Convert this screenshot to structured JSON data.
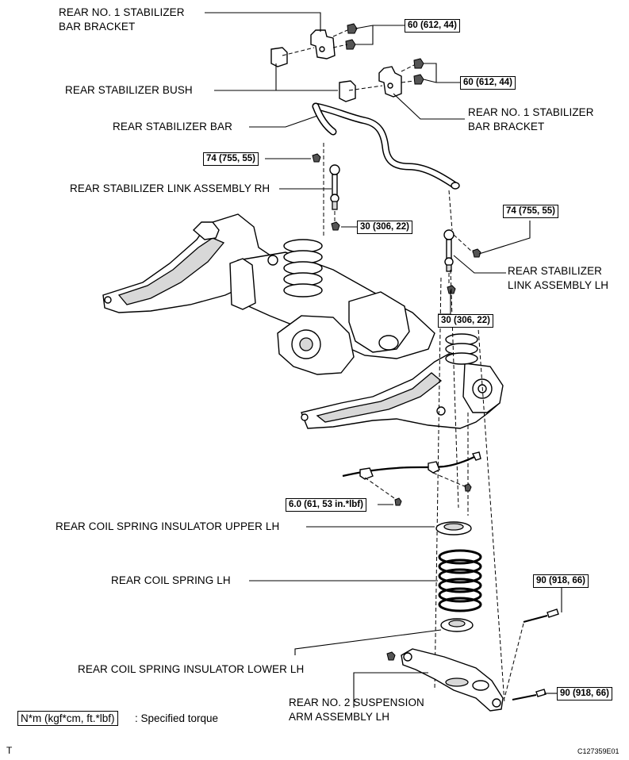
{
  "labels": {
    "bracket_upper": [
      "REAR NO. 1 STABILIZER",
      "BAR BRACKET"
    ],
    "bush": "REAR STABILIZER BUSH",
    "bracket_lower": [
      "REAR NO. 1 STABILIZER",
      "BAR BRACKET"
    ],
    "stab_bar": "REAR STABILIZER BAR",
    "link_rh": "REAR STABILIZER LINK ASSEMBLY RH",
    "link_lh": [
      "REAR STABILIZER",
      "LINK ASSEMBLY LH"
    ],
    "insulator_upper": "REAR COIL SPRING INSULATOR UPPER LH",
    "coil_spring": "REAR COIL SPRING LH",
    "insulator_lower": "REAR COIL SPRING INSULATOR LOWER LH",
    "susp_arm": [
      "REAR NO. 2 SUSPENSION",
      "ARM ASSEMBLY LH"
    ]
  },
  "torques": {
    "t1": "60 (612, 44)",
    "t2": "60 (612, 44)",
    "t3": "74 (755, 55)",
    "t4": "30 (306, 22)",
    "t5": "74 (755, 55)",
    "t6": "30 (306, 22)",
    "t7": "6.0 (61, 53 in.*lbf)",
    "t8": "90 (918, 66)",
    "t9": "90 (918, 66)"
  },
  "legend": {
    "box": "N*m (kgf*cm, ft.*lbf)",
    "text": ": Specified torque"
  },
  "footer": {
    "left": "T",
    "code": "C127359E01"
  }
}
